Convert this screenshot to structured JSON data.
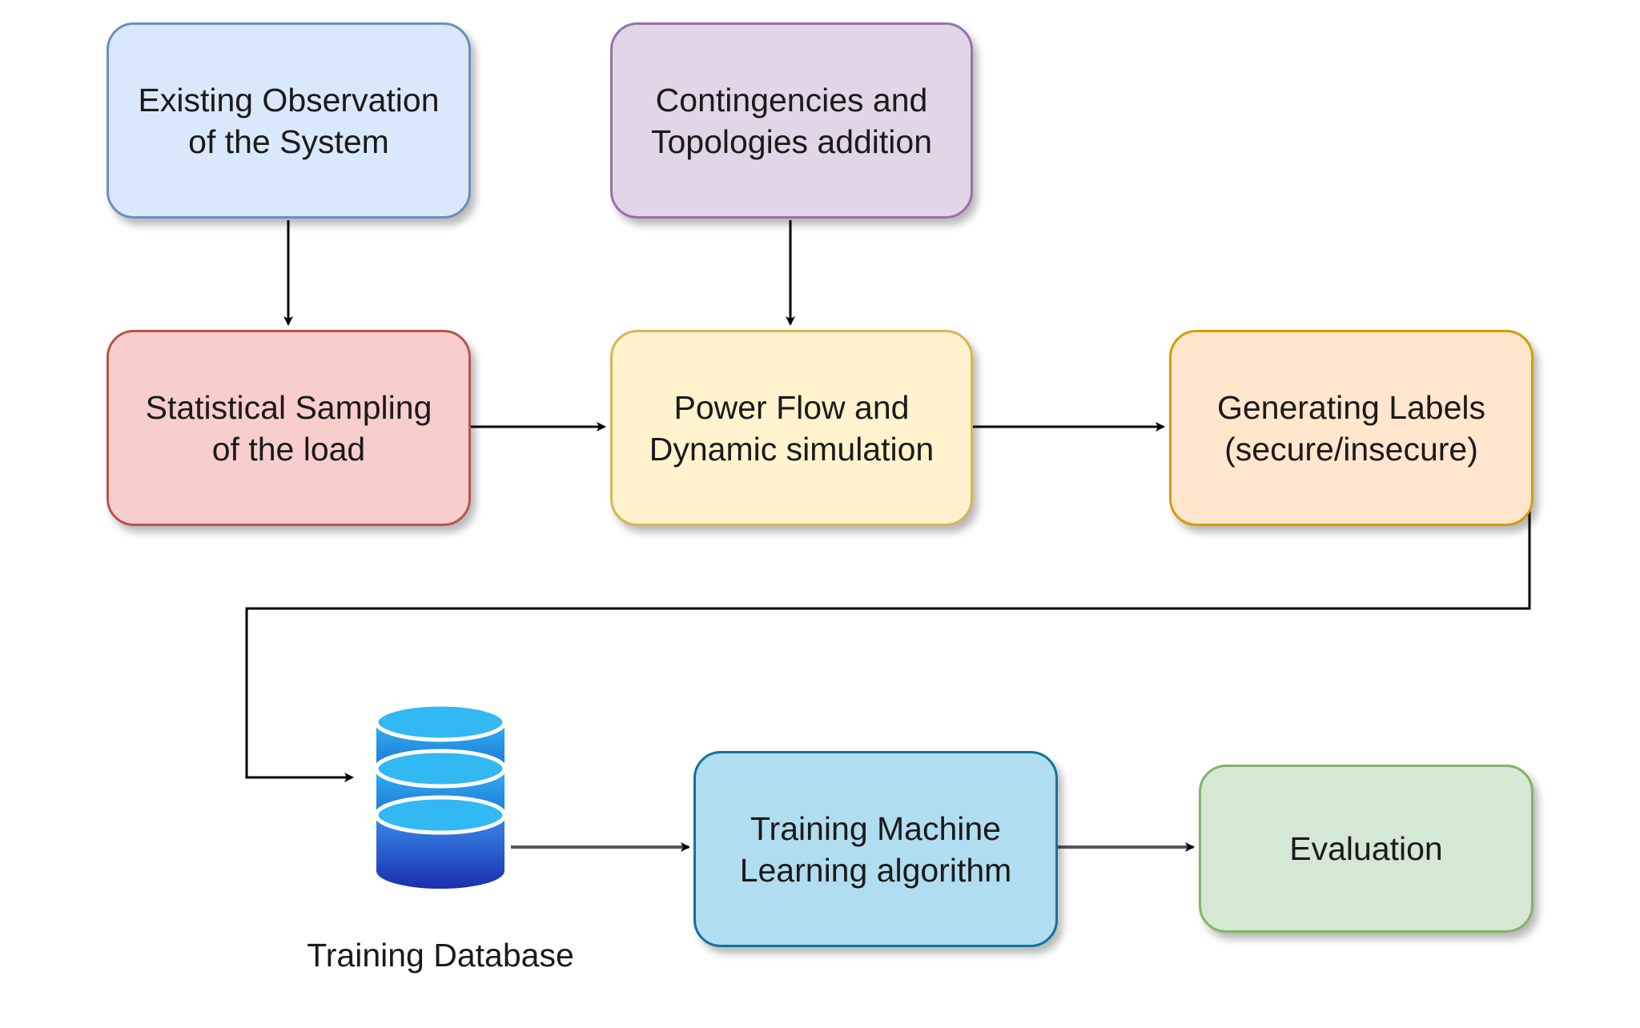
{
  "nodes": {
    "existing": {
      "label": "Existing Observation\nof the System",
      "fill": "#dae8fc",
      "stroke": "#6c8ebf"
    },
    "contingencies": {
      "label": "Contingencies and\nTopologies addition",
      "fill": "#e1d5e7",
      "stroke": "#9673a6"
    },
    "sampling": {
      "label": "Statistical Sampling\nof the load",
      "fill": "#f8cecc",
      "stroke": "#b85450"
    },
    "powerflow": {
      "label": "Power Flow and\nDynamic simulation",
      "fill": "#fff2cc",
      "stroke": "#d6b656"
    },
    "labels": {
      "label": "Generating Labels\n(secure/insecure)",
      "fill": "#ffe6cc",
      "stroke": "#d79b00"
    },
    "training": {
      "label": "Training Machine\nLearning algorithm",
      "fill": "#b1ddf0",
      "stroke": "#10739e"
    },
    "evaluation": {
      "label": "Evaluation",
      "fill": "#d5e8d4",
      "stroke": "#82b366"
    }
  },
  "database": {
    "label": "Training Database",
    "icon": "database-icon"
  },
  "colors": {
    "edge": "#000000",
    "edge_light": "#555555"
  }
}
